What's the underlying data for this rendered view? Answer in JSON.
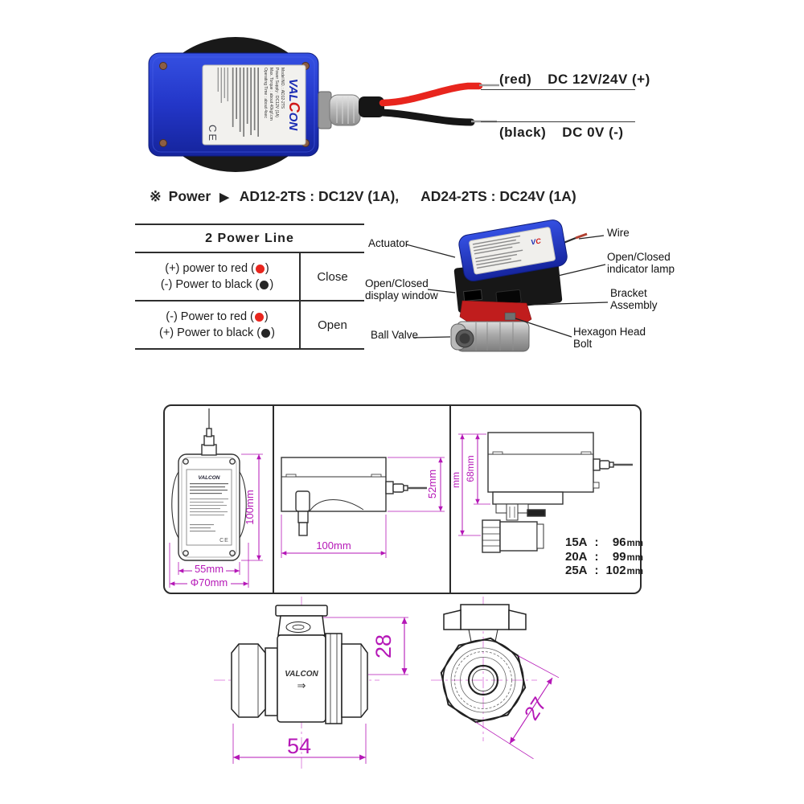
{
  "top_figure": {
    "label": {
      "brand_val": "VAL",
      "brand_c": "C",
      "brand_on": "ON",
      "lines": [
        "Model NO. : AD12-2TS",
        "Power Supply : DC12V (1A)",
        "Max. Torque : about 40kgf.cm",
        "Operating Time : about 4sec"
      ],
      "ce": "CE"
    },
    "red_wire": {
      "label": "(red)",
      "value": "DC 12V/24V (+)"
    },
    "black_wire": {
      "label": "(black)",
      "value": "DC 0V (-)"
    }
  },
  "power_note": {
    "symbol": "※",
    "word": "Power",
    "arrow": "▶",
    "option1": "AD12-2TS : DC12V (1A),",
    "option2": "AD24-2TS : DC24V (1A)"
  },
  "power_table": {
    "title": "2 Power Line",
    "paren_open": "(",
    "paren_close": ")",
    "rows": [
      {
        "lines": [
          {
            "text": "(+) power to red"
          },
          {
            "text": "(-) Power to black"
          }
        ],
        "result": "Close"
      },
      {
        "lines": [
          {
            "text": "(-) Power to red"
          },
          {
            "text": "(+) Power to black"
          }
        ],
        "result": "Open"
      }
    ]
  },
  "callouts": {
    "actuator": [
      "Actuator"
    ],
    "display_window": [
      "Open/Closed",
      "display window"
    ],
    "ball_valve": [
      "Ball Valve"
    ],
    "wire": [
      "Wire"
    ],
    "indicator_lamp": [
      "Open/Closed",
      "indicator lamp"
    ],
    "bracket": [
      "Bracket",
      "Assembly"
    ],
    "hex_bolt": [
      "Hexagon Head",
      "Bolt"
    ]
  },
  "dims": {
    "front": {
      "height": "100mm",
      "width": "55mm",
      "dia": "Φ70mm",
      "panel_label_brand": "VALCON"
    },
    "side": {
      "width": "100mm",
      "height": "52mm"
    },
    "assembly": {
      "upper": "68mm",
      "total_unit": "mm"
    },
    "size_table": [
      {
        "size": "15A",
        "sep": ":",
        "value": "96",
        "unit": "mm"
      },
      {
        "size": "20A",
        "sep": ":",
        "value": "99",
        "unit": "mm"
      },
      {
        "size": "25A",
        "sep": ":",
        "value": "102",
        "unit": "mm"
      }
    ]
  },
  "valve_views": {
    "brand": "VALCON",
    "flow_arrow": "⇒",
    "height": "28",
    "length": "54",
    "across_flats": "27"
  },
  "colors": {
    "dimension": "#b517b7",
    "actuator_blue": "#2438cf",
    "wire_red": "#e8251d",
    "dot_red": "#e8251d",
    "dot_black": "#262626",
    "bracket_red": "#c01d1d"
  }
}
